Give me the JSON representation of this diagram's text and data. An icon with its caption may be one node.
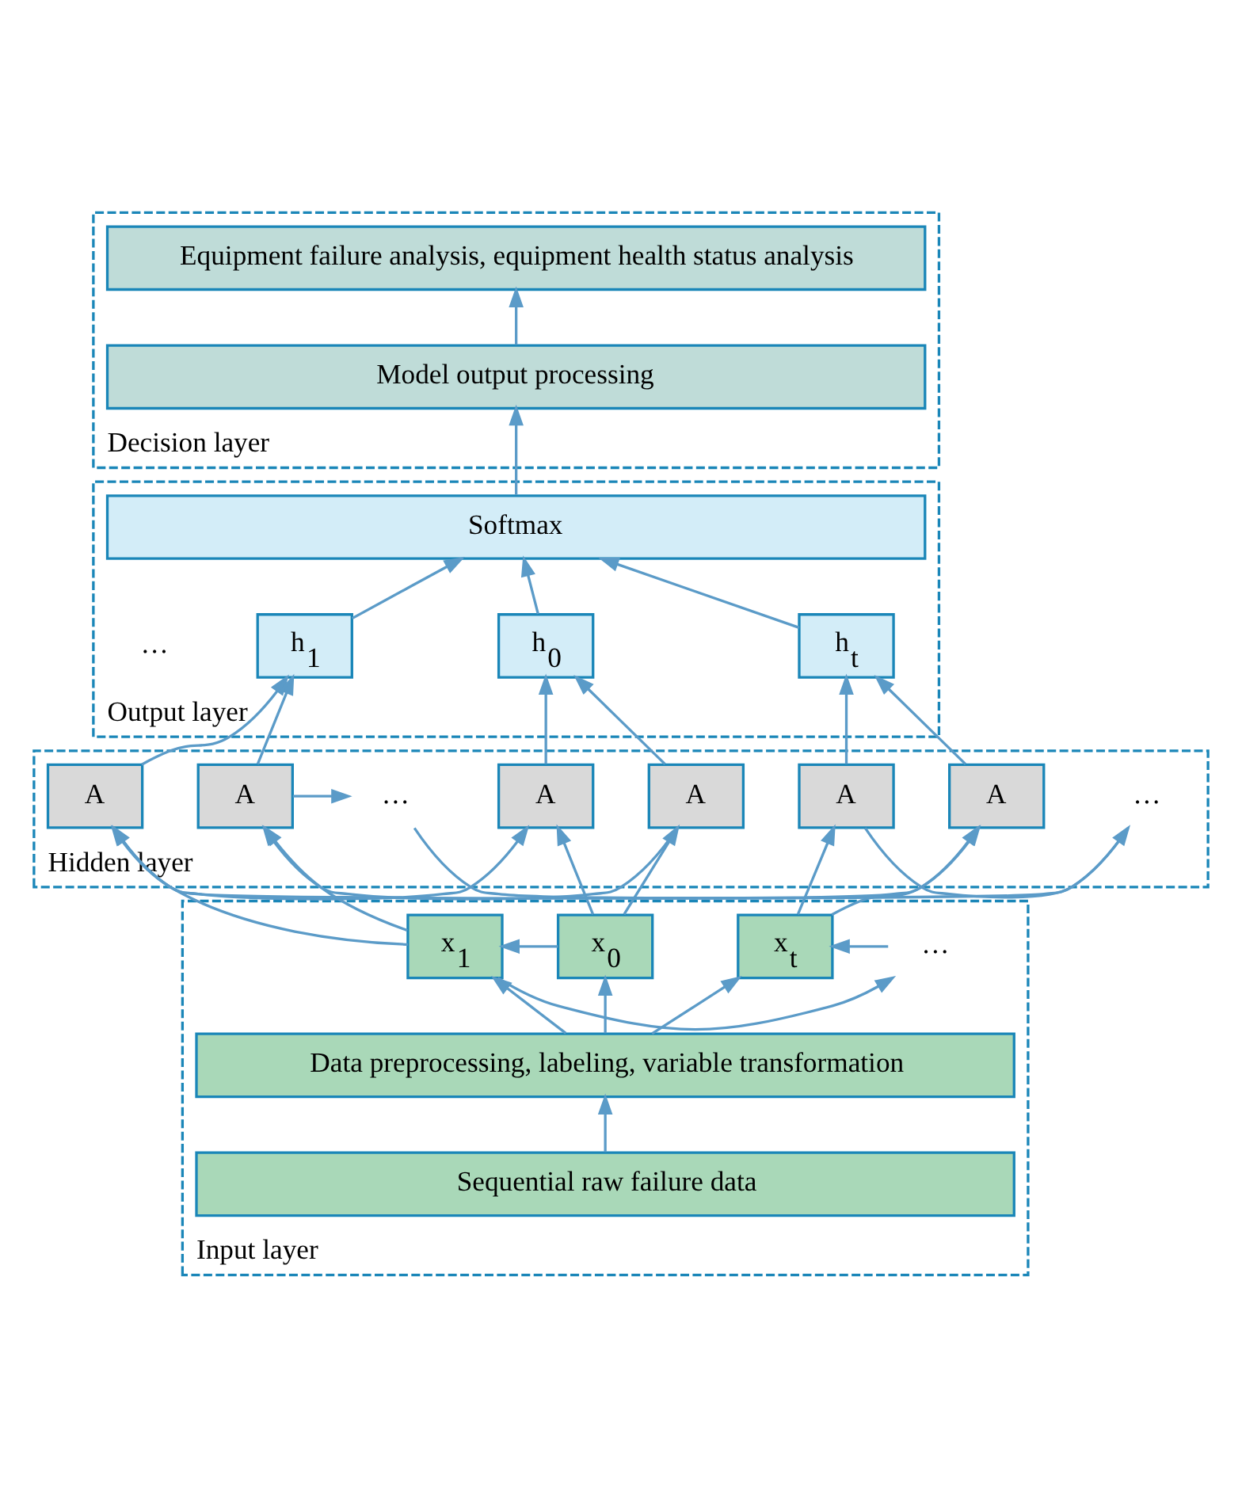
{
  "diagram": {
    "nodes": [
      {
        "text": [
          "Decision layer"
        ]
      },
      {
        "text": [
          "Equipment failure analysis, equipment health status analysis"
        ],
        "in": 0
      },
      {
        "text": [
          "Model output processing"
        ],
        "in": 0
      },
      {
        "text": [
          "Output layer"
        ]
      },
      {
        "text": [
          "Softmax"
        ],
        "in": 3
      },
      {
        "text": [
          "h$_{0}$"
        ],
        "in": 3
      },
      {
        "text": [
          "h$_{1}$"
        ],
        "in": 3
      },
      {
        "text": [
          "h$_{t}$"
        ],
        "in": 3
      },
      {
        "text": [
          "Hidden layer"
        ]
      },
      {
        "text": [
          "A"
        ],
        "in": 8
      },
      {
        "text": [
          "A"
        ],
        "in": 8
      },
      {
        "text": [
          "…"
        ],
        "in": 8
      },
      {
        "text": [
          "A"
        ],
        "in": 8
      },
      {
        "text": [
          "A"
        ],
        "in": 8
      },
      {
        "text": [
          "A"
        ],
        "in": 8
      },
      {
        "text": [
          "…"
        ],
        "in": 8
      },
      {
        "text": [
          "A"
        ],
        "in": 8
      },
      {
        "text": [
          "Input layer"
        ]
      },
      {
        "text": [
          "x$_{0}$"
        ],
        "in": 17
      },
      {
        "text": [
          "x$_{1}$"
        ],
        "in": 17
      },
      {
        "text": [
          "…"
        ],
        "in": 17
      },
      {
        "text": [
          "x$_{t}$"
        ],
        "in": 17
      },
      {
        "text": [
          "Data preprocessing, labeling, variable transformation"
        ],
        "in": 17
      },
      {
        "text": [
          "Sequential raw failure data"
        ],
        "in": 17
      }
    ],
    "edges": [
      {
        "from": 23,
        "to": 22,
        "arrow": "to"
      },
      {
        "from": 22,
        "to": 18,
        "arrow": "to"
      },
      {
        "from": 22,
        "to": 19,
        "arrow": "to"
      },
      {
        "from": 22,
        "to": 21,
        "arrow": "to"
      },
      {
        "from": 18,
        "to": 19,
        "arrow": "to"
      },
      {
        "from": 19,
        "to": 20,
        "arrow": "to"
      },
      {
        "from": 20,
        "to": 21,
        "arrow": "to"
      },
      {
        "from": 18,
        "to": 9,
        "arrow": "to"
      },
      {
        "from": 18,
        "to": 13,
        "arrow": "to"
      },
      {
        "from": 19,
        "to": 10,
        "arrow": "to"
      },
      {
        "from": 19,
        "to": 14,
        "arrow": "to"
      },
      {
        "from": 21,
        "to": 12,
        "arrow": "to"
      },
      {
        "from": 21,
        "to": 16,
        "arrow": "to"
      },
      {
        "from": 13,
        "to": 14,
        "arrow": "to"
      },
      {
        "from": 14,
        "to": 15,
        "arrow": "to"
      },
      {
        "from": 15,
        "to": 16,
        "arrow": "to"
      },
      {
        "from": 12,
        "to": 11,
        "arrow": "to"
      },
      {
        "from": 11,
        "to": 10,
        "arrow": "to"
      },
      {
        "from": 10,
        "to": 9,
        "arrow": "to"
      },
      {
        "from": 9,
        "to": 5,
        "arrow": "to"
      },
      {
        "from": 13,
        "to": 5,
        "arrow": "to"
      },
      {
        "from": 10,
        "to": 6,
        "arrow": "to"
      },
      {
        "from": 14,
        "to": 6,
        "arrow": "to"
      },
      {
        "from": 12,
        "to": 7,
        "arrow": "to"
      },
      {
        "from": 16,
        "to": 7,
        "arrow": "to"
      },
      {
        "from": 5,
        "to": 4,
        "arrow": "to"
      },
      {
        "from": 6,
        "to": 4,
        "arrow": "to"
      },
      {
        "from": 7,
        "to": 4,
        "arrow": "to"
      },
      {
        "from": 4,
        "to": 2,
        "arrow": "to"
      },
      {
        "from": 2,
        "to": 1,
        "arrow": "to"
      }
    ],
    "labels": [
      "…"
    ]
  }
}
